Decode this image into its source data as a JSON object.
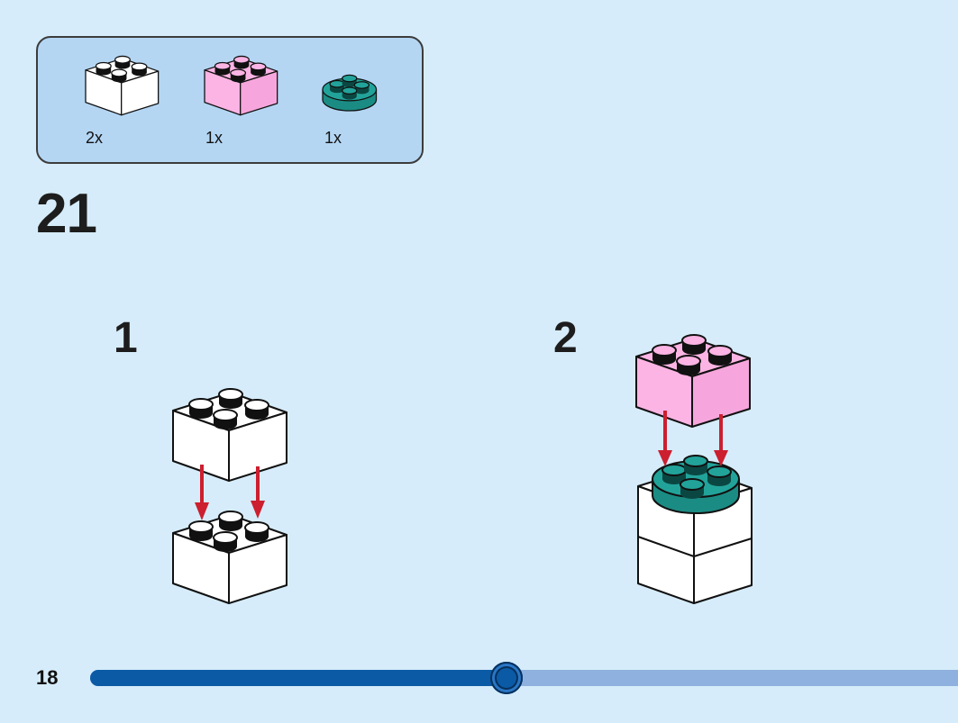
{
  "parts_list": [
    {
      "qty": "2x",
      "color_name": "white",
      "color": "#ffffff"
    },
    {
      "qty": "1x",
      "color_name": "pink",
      "color": "#fbb4e4"
    },
    {
      "qty": "1x",
      "color_name": "teal",
      "color": "#22a39a"
    }
  ],
  "step": {
    "number": "21"
  },
  "substeps": [
    {
      "number": "1"
    },
    {
      "number": "2"
    }
  ],
  "footer": {
    "page_number": "18",
    "progress": 0.48
  },
  "colors": {
    "background": "#d6ecfa",
    "parts_box": "#b4d6f3",
    "arrow": "#cc1f2f",
    "progress_fill": "#0b5aa6",
    "progress_track": "#8eb1df"
  }
}
